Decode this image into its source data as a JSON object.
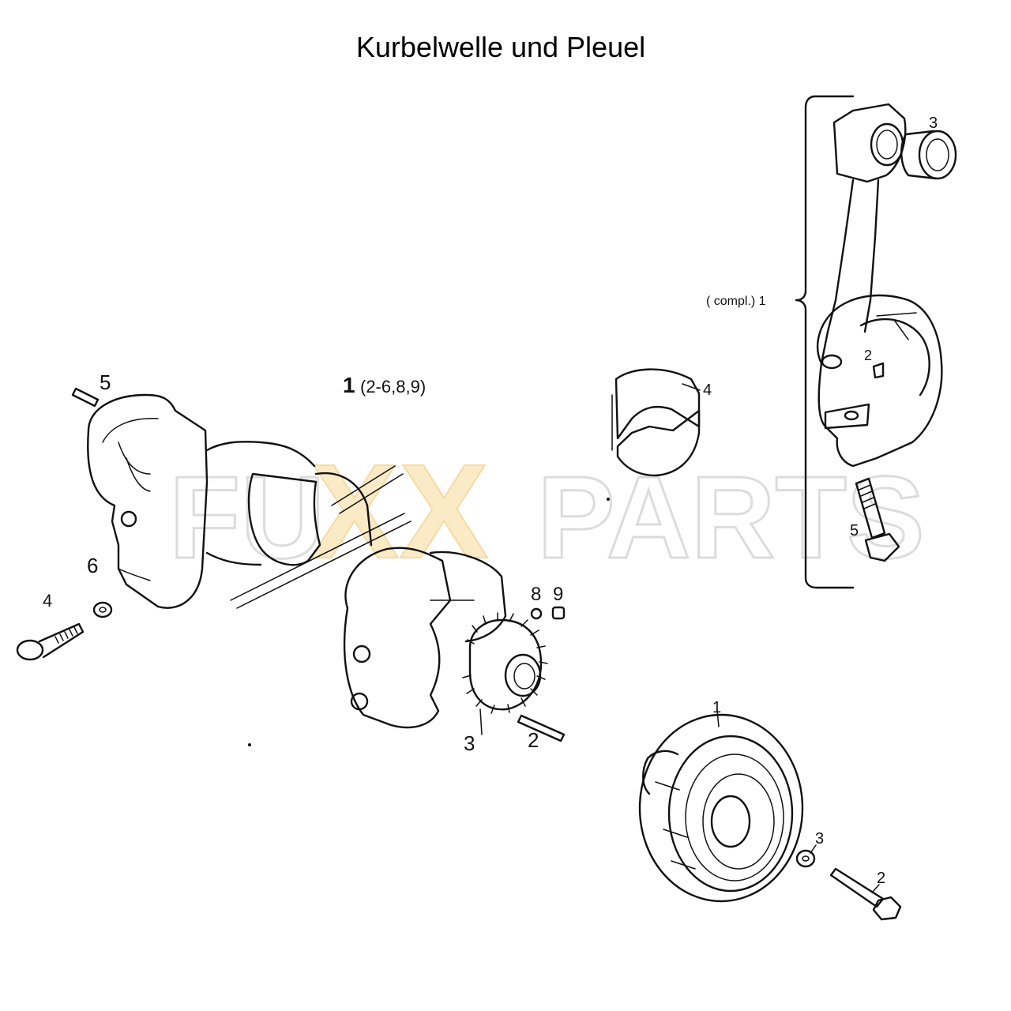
{
  "title": "Kurbelwelle und Pleuel",
  "watermark": {
    "prefix": "FU",
    "xx": "XX",
    "suffix": "PARTS",
    "outline_color": "#d9d9d9",
    "accent_color": "#fbe8c0"
  },
  "crankshaft_group": {
    "ref_number": "1",
    "ref_includes": "(2-6,8,9)",
    "callouts": {
      "bolt": "4",
      "washer": "6",
      "pin_top": "5",
      "pin_8": "8",
      "pin_9": "9",
      "gear": "3",
      "dowel": "2"
    }
  },
  "conrod_group": {
    "label": "( compl.) 1",
    "callouts": {
      "bushing": "3",
      "jet": "2",
      "bolt": "5"
    }
  },
  "bearing_shell": {
    "callout": "4"
  },
  "pulley_group": {
    "callouts": {
      "pulley": "1",
      "washer": "3",
      "bolt": "2"
    }
  }
}
